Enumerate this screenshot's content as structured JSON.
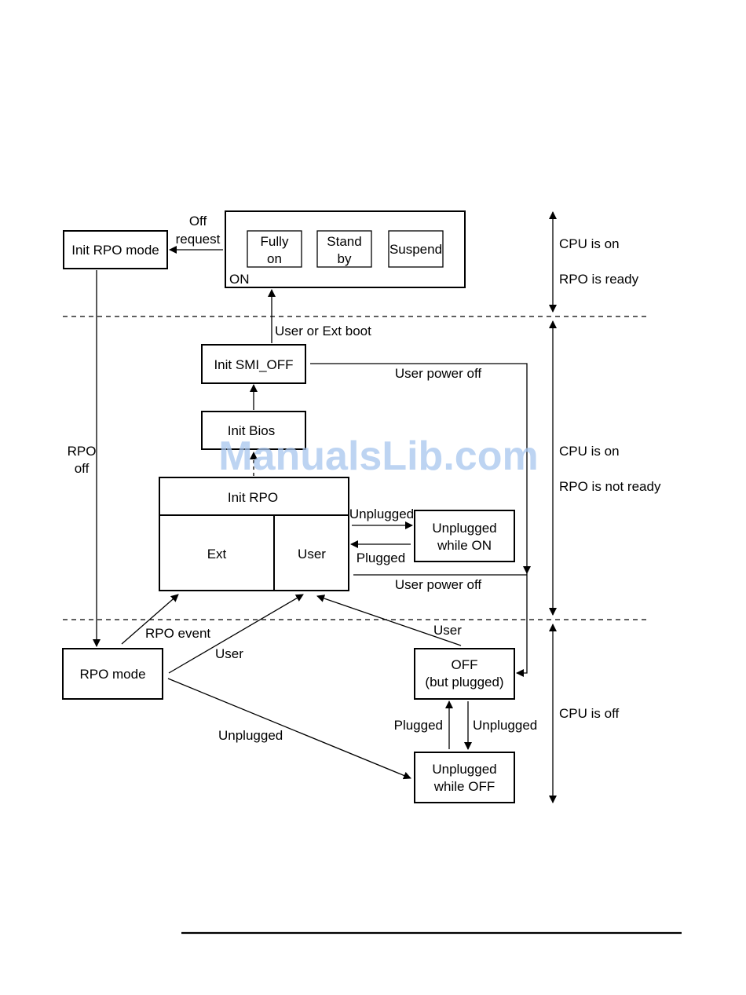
{
  "diagram": {
    "title": "CPU / RPO power state diagram",
    "states": {
      "init_rpo_mode": "Init RPO mode",
      "on_group": "ON",
      "fully_on": [
        "Fully",
        "on"
      ],
      "stand_by": [
        "Stand",
        "by"
      ],
      "suspend": "Suspend",
      "init_smi_off": "Init SMI_OFF",
      "init_bios": "Init Bios",
      "init_rpo": "Init RPO",
      "ext": "Ext",
      "user": "User",
      "unplugged_while_on": [
        "Unplugged",
        "while ON"
      ],
      "rpo_mode": "RPO mode",
      "off_but_plugged": [
        "OFF",
        "(but plugged)"
      ],
      "unplugged_while_off": [
        "Unplugged",
        "while OFF"
      ]
    },
    "transitions": {
      "off_request": [
        "Off",
        "request"
      ],
      "rpo_off": [
        "RPO",
        "off"
      ],
      "user_or_ext_boot": "User or Ext boot",
      "user_power_off_top": "User power off",
      "unplugged_on": "Unplugged",
      "plugged_on": "Plugged",
      "user_power_off_bottom": "User power off",
      "rpo_event": "RPO event",
      "user_from_rpo": "User",
      "user_from_off": "User",
      "unplugged_from_rpo": "Unplugged",
      "plugged_off": "Plugged",
      "unplugged_off": "Unplugged"
    },
    "zones": [
      {
        "lines": [
          "CPU is on",
          "RPO is ready"
        ]
      },
      {
        "lines": [
          "CPU is on",
          "RPO is not ready"
        ]
      },
      {
        "lines": [
          "CPU is off"
        ]
      }
    ]
  },
  "watermark": "ManualsLib.com"
}
